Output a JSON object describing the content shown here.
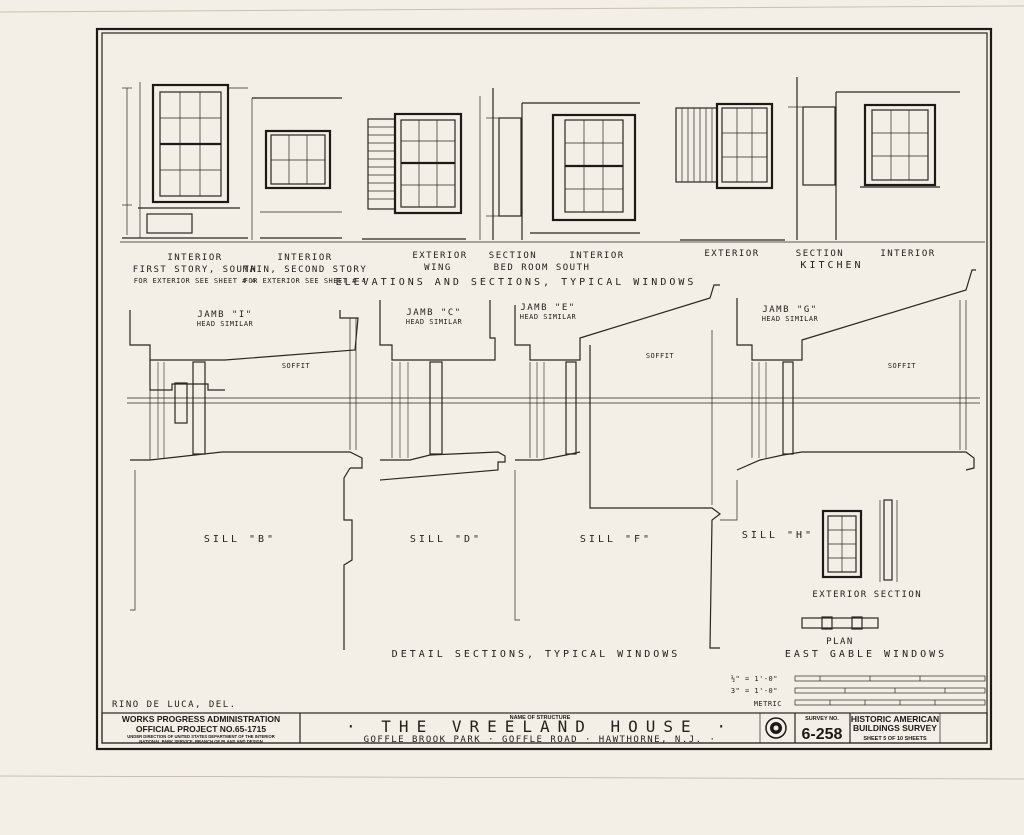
{
  "elevations": {
    "title": "ELEVATIONS AND SECTIONS, TYPICAL WINDOWS",
    "groups": [
      {
        "line1": "INTERIOR",
        "line2": "FIRST STORY, SOUTH",
        "line3": "FOR EXTERIOR SEE SHEET # 4"
      },
      {
        "line1": "INTERIOR",
        "line2": "MAIN, SECOND STORY",
        "line3": "FOR EXTERIOR SEE SHEET # 4"
      },
      {
        "line1": "EXTERIOR",
        "line2": "WING",
        "line3": ""
      },
      {
        "line1": "SECTION",
        "line2": "BED ROOM SOUTH",
        "line3": ""
      },
      {
        "line1": "INTERIOR",
        "line2": "",
        "line3": ""
      },
      {
        "line1": "EXTERIOR",
        "line2": "",
        "line3": ""
      },
      {
        "line1": "SECTION",
        "line2": "KITCHEN",
        "line3": ""
      },
      {
        "line1": "INTERIOR",
        "line2": "",
        "line3": ""
      }
    ]
  },
  "details": {
    "title": "DETAIL SECTIONS, TYPICAL WINDOWS",
    "jambs": [
      {
        "label": "JAMB \"I\"",
        "sub": "HEAD SIMILAR"
      },
      {
        "label": "JAMB \"C\"",
        "sub": "HEAD SIMILAR"
      },
      {
        "label": "JAMB \"E\"",
        "sub": "HEAD SIMILAR"
      },
      {
        "label": "JAMB \"G\"",
        "sub": "HEAD SIMILAR"
      }
    ],
    "sills": [
      "SILL \"B\"",
      "SILL \"D\"",
      "SILL \"F\"",
      "SILL \"H\""
    ],
    "soffit": "SOFFIT"
  },
  "gable": {
    "exterior": "EXTERIOR",
    "section": "SECTION",
    "plan": "PLAN",
    "title": "EAST GABLE WINDOWS"
  },
  "scales": [
    {
      "label": "½\" = 1'-0\""
    },
    {
      "label": "3\" = 1'-0\""
    },
    {
      "label": "METRIC"
    }
  ],
  "credit": "RINO DE LUCA, DEL.",
  "title_block": {
    "wpa_line1": "WORKS PROGRESS ADMINISTRATION",
    "wpa_line2": "OFFICIAL PROJECT NO.65-1715",
    "wpa_line3": "UNDER DIRECTION OF UNITED STATES DEPARTMENT OF THE INTERIOR",
    "wpa_line4": "NATIONAL PARK SERVICE, BRANCH OF PLANS AND DESIGN",
    "name_label": "NAME OF STRUCTURE",
    "structure": "· THE   VREELAND   HOUSE ·",
    "location": "GOFFLE BROOK PARK · GOFFLE ROAD · HAWTHORNE, N.J. ·",
    "survey_label": "SURVEY NO.",
    "survey_no": "6-258",
    "habs_line1": "HISTORIC AMERICAN",
    "habs_line2": "BUILDINGS SURVEY",
    "sheet": "SHEET 5 OF 10 SHEETS"
  }
}
